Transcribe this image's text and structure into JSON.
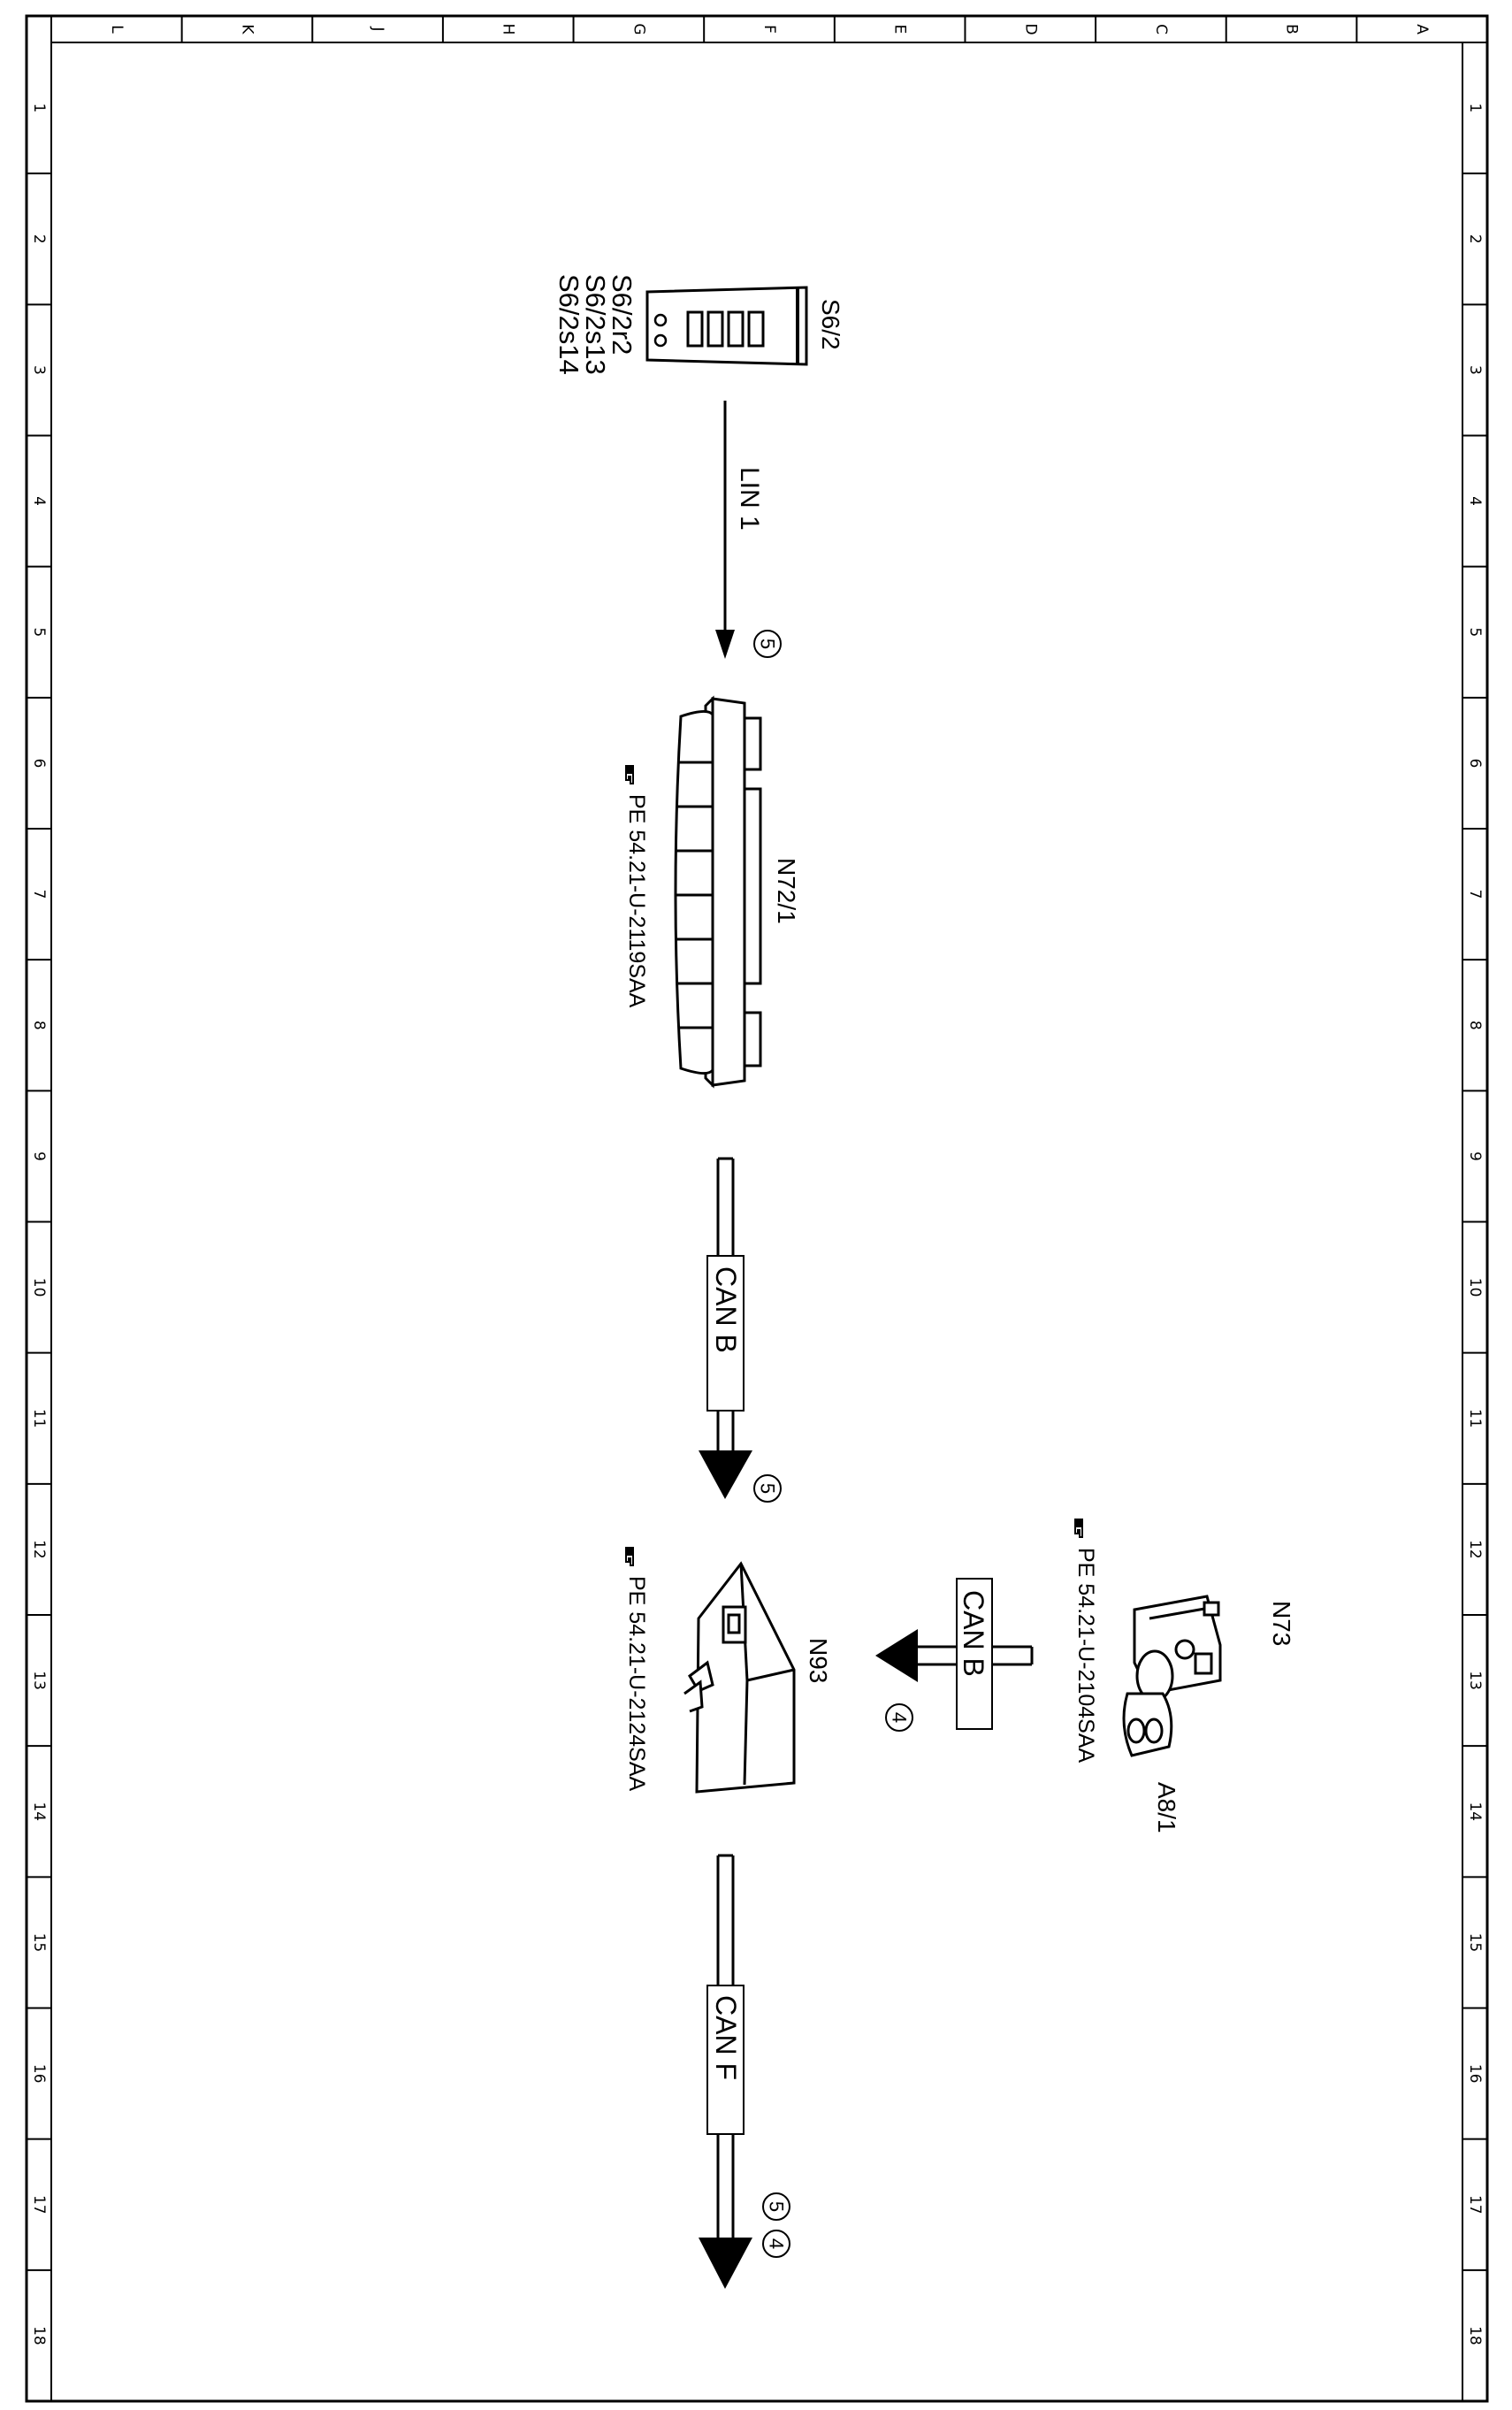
{
  "frame": {
    "col_letters": [
      "L",
      "K",
      "J",
      "H",
      "G",
      "F",
      "E",
      "D",
      "C",
      "B",
      "A"
    ],
    "row_numbers": [
      "1",
      "2",
      "3",
      "4",
      "5",
      "6",
      "7",
      "8",
      "9",
      "10",
      "11",
      "12",
      "13",
      "14",
      "15",
      "16",
      "17",
      "18"
    ]
  },
  "components": {
    "s6_2": {
      "id": "S6/2",
      "subs": [
        "S6/2r2",
        "S6/2s13",
        "S6/2s14"
      ]
    },
    "n72_1": {
      "id": "N72/1",
      "ref": "PE 54.21-U-2119SAA"
    },
    "n93": {
      "id": "N93",
      "ref": "PE 54.21-U-2124SAA"
    },
    "n73": {
      "id": "N73",
      "ref": "PE 54.21-U-2104SAA"
    },
    "a8_1": {
      "id": "A8/1"
    }
  },
  "connections": {
    "lin1": {
      "label": "LIN 1",
      "badge": "5"
    },
    "canb_main": {
      "label": "CAN B",
      "badge": "5"
    },
    "canb_n73": {
      "label": "CAN B",
      "badge": "4"
    },
    "canf": {
      "label": "CAN F",
      "badges": [
        "5",
        "4"
      ]
    }
  }
}
